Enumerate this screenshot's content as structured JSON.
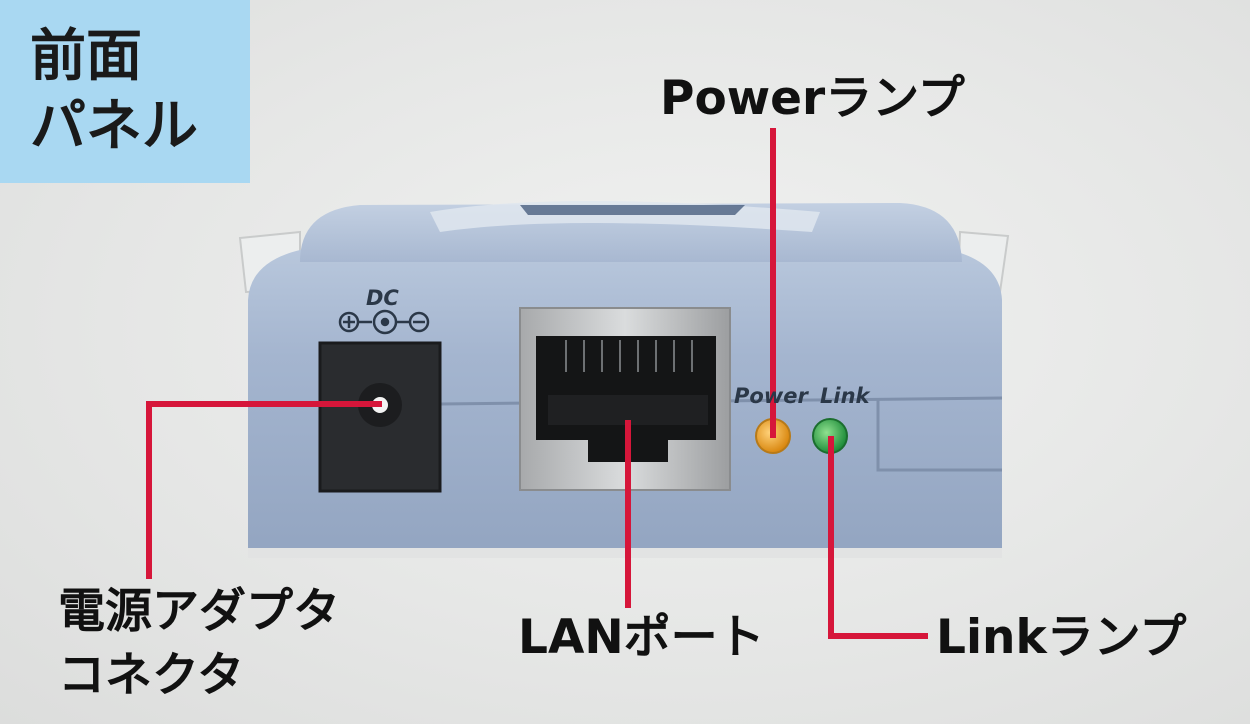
{
  "panel_title": [
    "前面",
    "パネル"
  ],
  "device_print": {
    "dc": "DC",
    "power": "Power",
    "link": "Link"
  },
  "callouts": {
    "power_lamp": "Powerランプ",
    "adapter_connector": [
      "電源アダプタ",
      "コネクタ"
    ],
    "lan_port": "LANポート",
    "link_lamp": "Linkランプ"
  },
  "colors": {
    "label_bg": "#a9d8f2",
    "leader": "#d6163a",
    "device_body": "#a2b4cf",
    "power_led": "#e59a1d",
    "link_led": "#2fa24b"
  }
}
